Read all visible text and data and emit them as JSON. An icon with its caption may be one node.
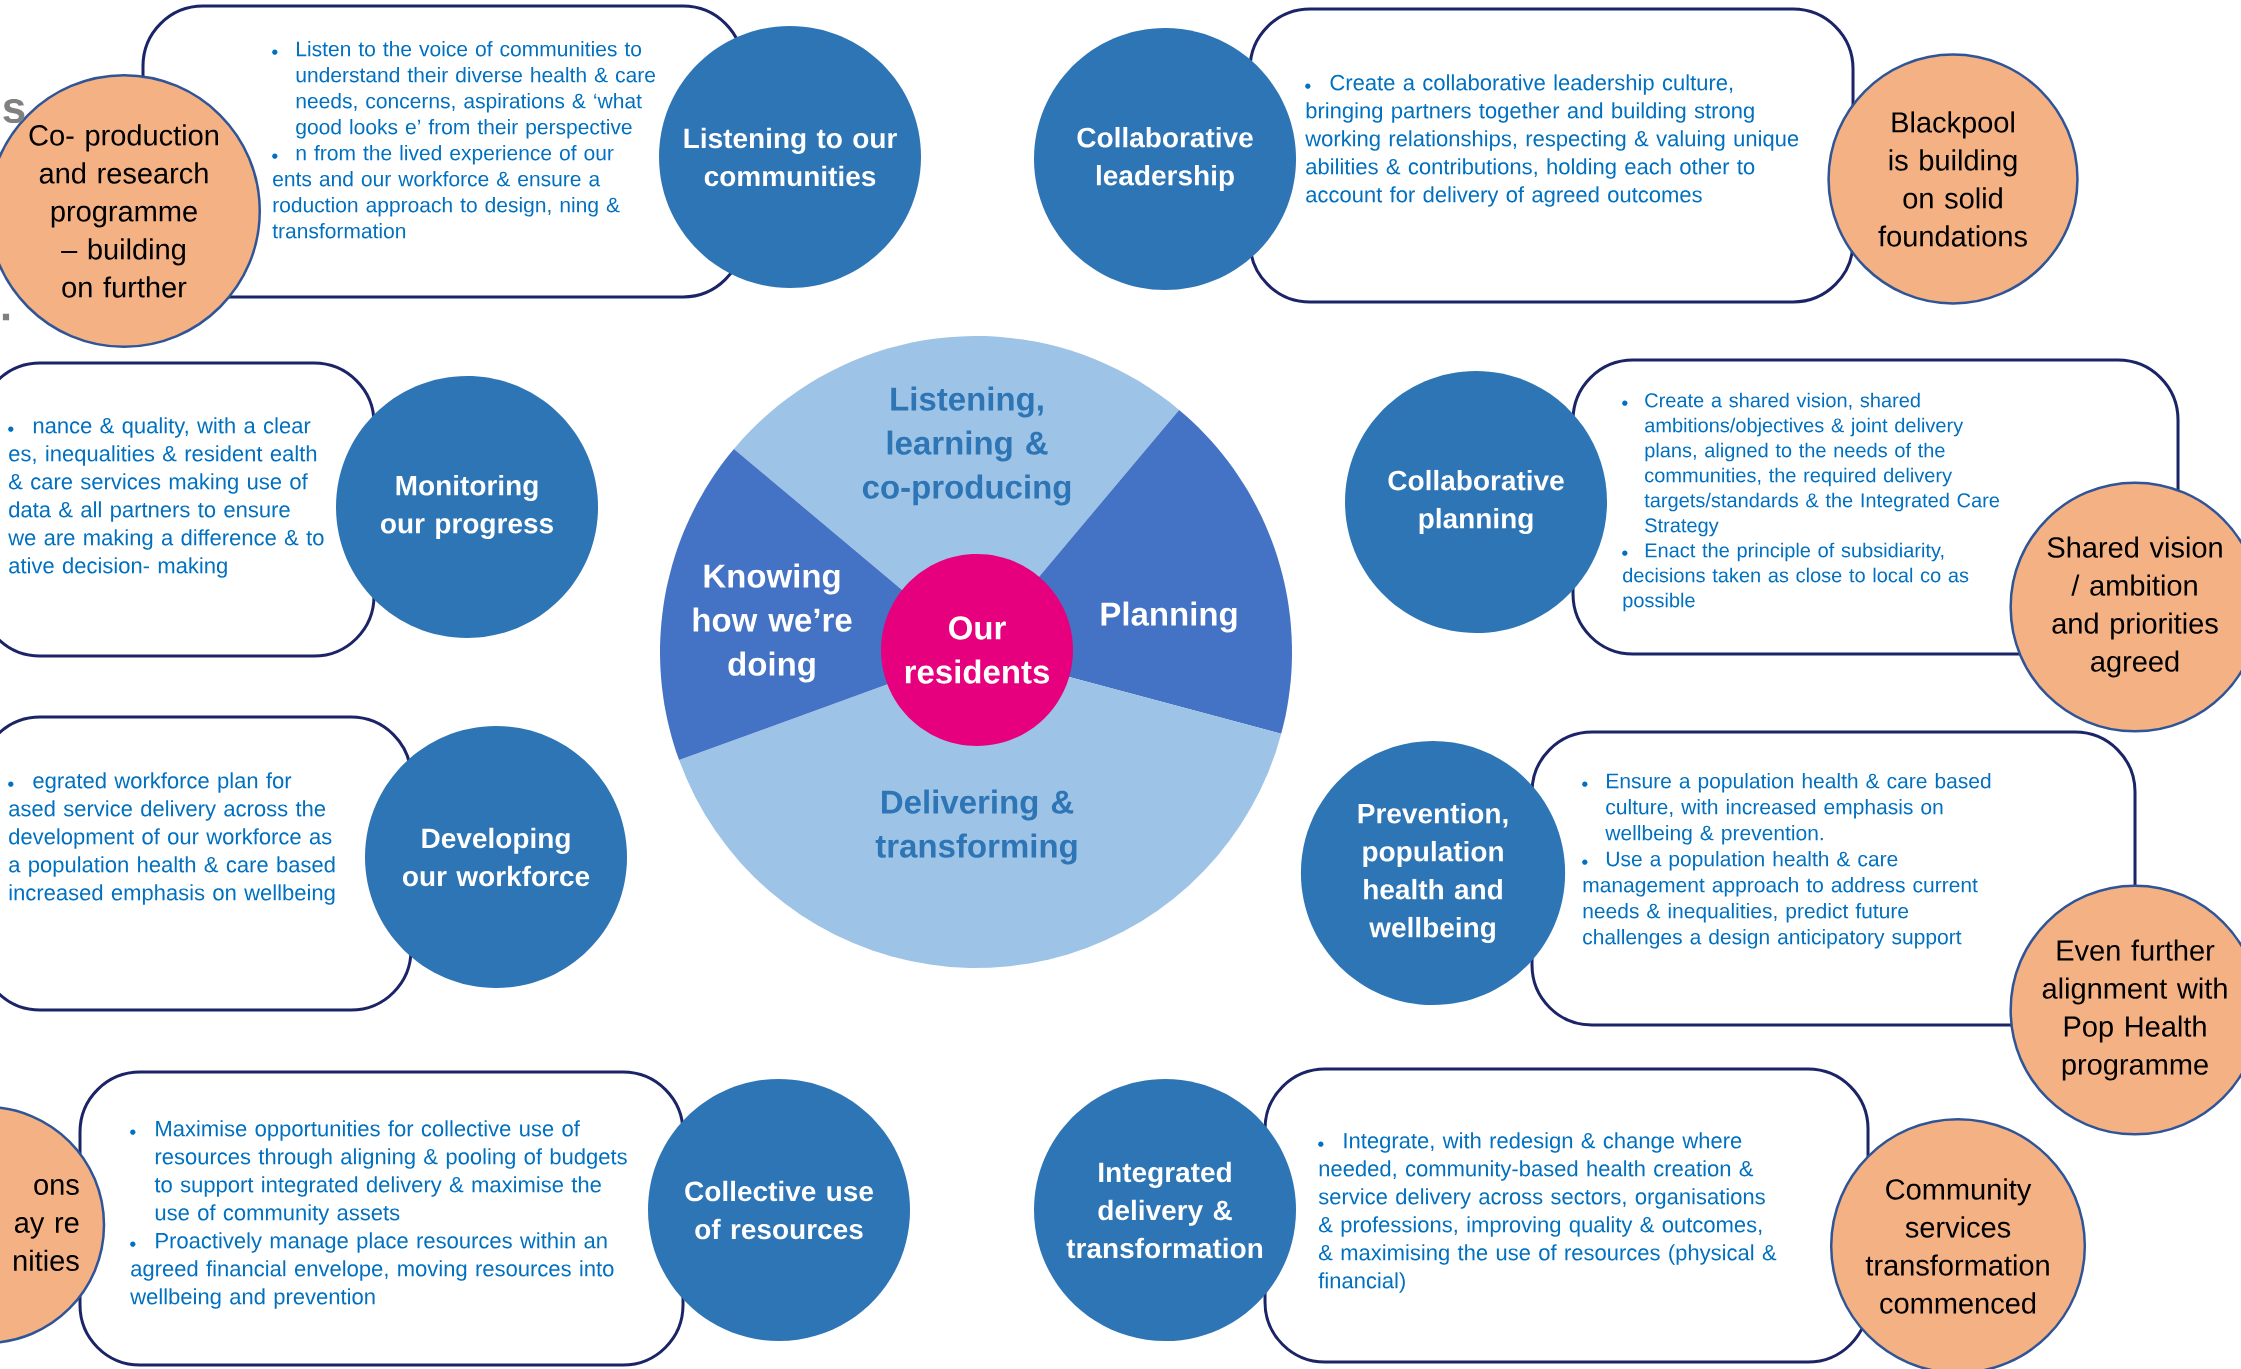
{
  "diagram": {
    "nodes": [
      {
        "text": [
          "Co- production and research programme – building on further"
        ]
      },
      {
        "text": [
          "Listen to the voice of communities to understand their diverse health & care needs, concerns, aspirations & ‘what good looks e’ from their perspective",
          "n from the lived experience of our ents and our workforce & ensure a roduction approach to design, ning & transformation"
        ]
      },
      {
        "text": [
          "Listening to our communities"
        ]
      },
      {
        "text": [
          "Collaborative leadership"
        ]
      },
      {
        "text": [
          "Create a collaborative leadership culture, bringing partners together and building strong working relationships, respecting & valuing unique abilities & contributions, holding each other to account for delivery of agreed outcomes"
        ]
      },
      {
        "text": [
          "Blackpool is building on solid foundations"
        ]
      },
      {
        "text": [
          "nance & quality, with a clear es, inequalities & resident ealth & care services making use of data & all partners to ensure we are making a difference & to ative decision- making"
        ]
      },
      {
        "text": [
          "Monitoring our progress"
        ]
      },
      {
        "text": [
          "Listening, learning & co-producing"
        ]
      },
      {
        "text": [
          "Collaborative planning"
        ]
      },
      {
        "text": [
          "Create a shared vision, shared ambitions/objectives & joint delivery plans, aligned to the needs of the communities, the required delivery targets/standards & the Integrated Care Strategy",
          "Enact the principle of subsidiarity, decisions taken as close to local co as possible"
        ]
      },
      {
        "text": [
          "Shared vision / ambition and priorities agreed"
        ]
      },
      {
        "text": [
          "Knowing how we’re doing"
        ]
      },
      {
        "text": [
          "Our residents"
        ]
      },
      {
        "text": [
          "Planning"
        ]
      },
      {
        "text": [
          "egrated workforce plan for ased service delivery across the development of our workforce as a population health & care based increased emphasis on wellbeing"
        ]
      },
      {
        "text": [
          "Developing our workforce"
        ]
      },
      {
        "text": [
          "Delivering & transforming"
        ]
      },
      {
        "text": [
          "Prevention, population health and wellbeing"
        ]
      },
      {
        "text": [
          "Ensure a population health & care based culture, with increased emphasis on wellbeing & prevention.",
          "Use a population health & care management approach to address current needs & inequalities, predict future challenges a design anticipatory support"
        ]
      },
      {
        "text": [
          "Even further alignment with Pop Health programme"
        ]
      },
      {
        "text": [
          "ons ay re nities"
        ]
      },
      {
        "text": [
          "Maximise opportunities for collective use of resources through aligning & pooling of budgets to support integrated delivery & maximise the use of community assets",
          "Proactively manage place resources within an agreed financial envelope, moving resources into wellbeing and prevention"
        ]
      },
      {
        "text": [
          "Collective use of resources"
        ]
      },
      {
        "text": [
          "Integrated delivery & transformation"
        ]
      },
      {
        "text": [
          "Integrate, with redesign & change where needed, community-based health creation & service delivery across sectors, organisations & professions, improving quality & outcomes, & maximising the use of resources (physical & financial)"
        ]
      },
      {
        "text": [
          "Community services transformation commenced"
        ]
      }
    ],
    "labels": [
      "s",
      "."
    ]
  }
}
